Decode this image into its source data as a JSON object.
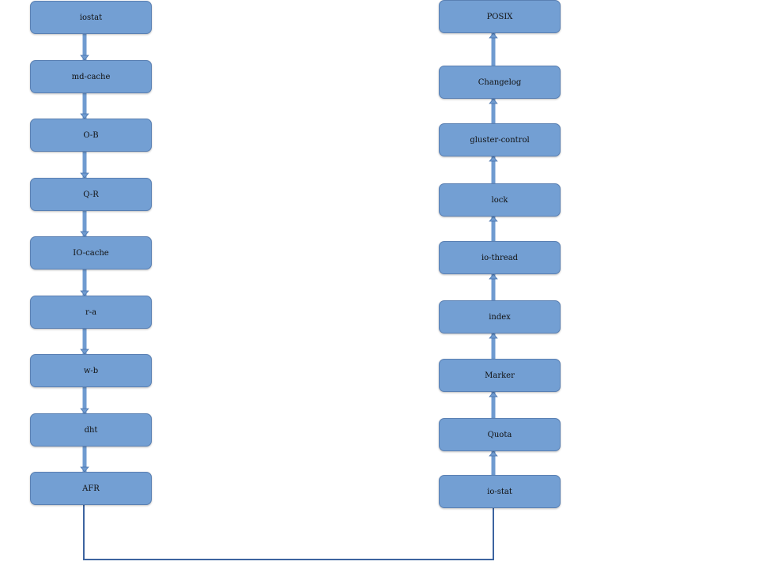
{
  "left_stack": [
    "iostat",
    "md-cache",
    "O-B",
    "Q-R",
    "IO-cache",
    "r-a",
    "w-b",
    "dht",
    "AFR"
  ],
  "right_stack": [
    "POSIX",
    "Changelog",
    "gluster-control",
    "lock",
    "io-thread",
    "index",
    "Marker",
    "Quota",
    "io-stat"
  ],
  "colors": {
    "box": "#739fd3",
    "border": "#5a80b3",
    "connector": "#3d64a0"
  }
}
